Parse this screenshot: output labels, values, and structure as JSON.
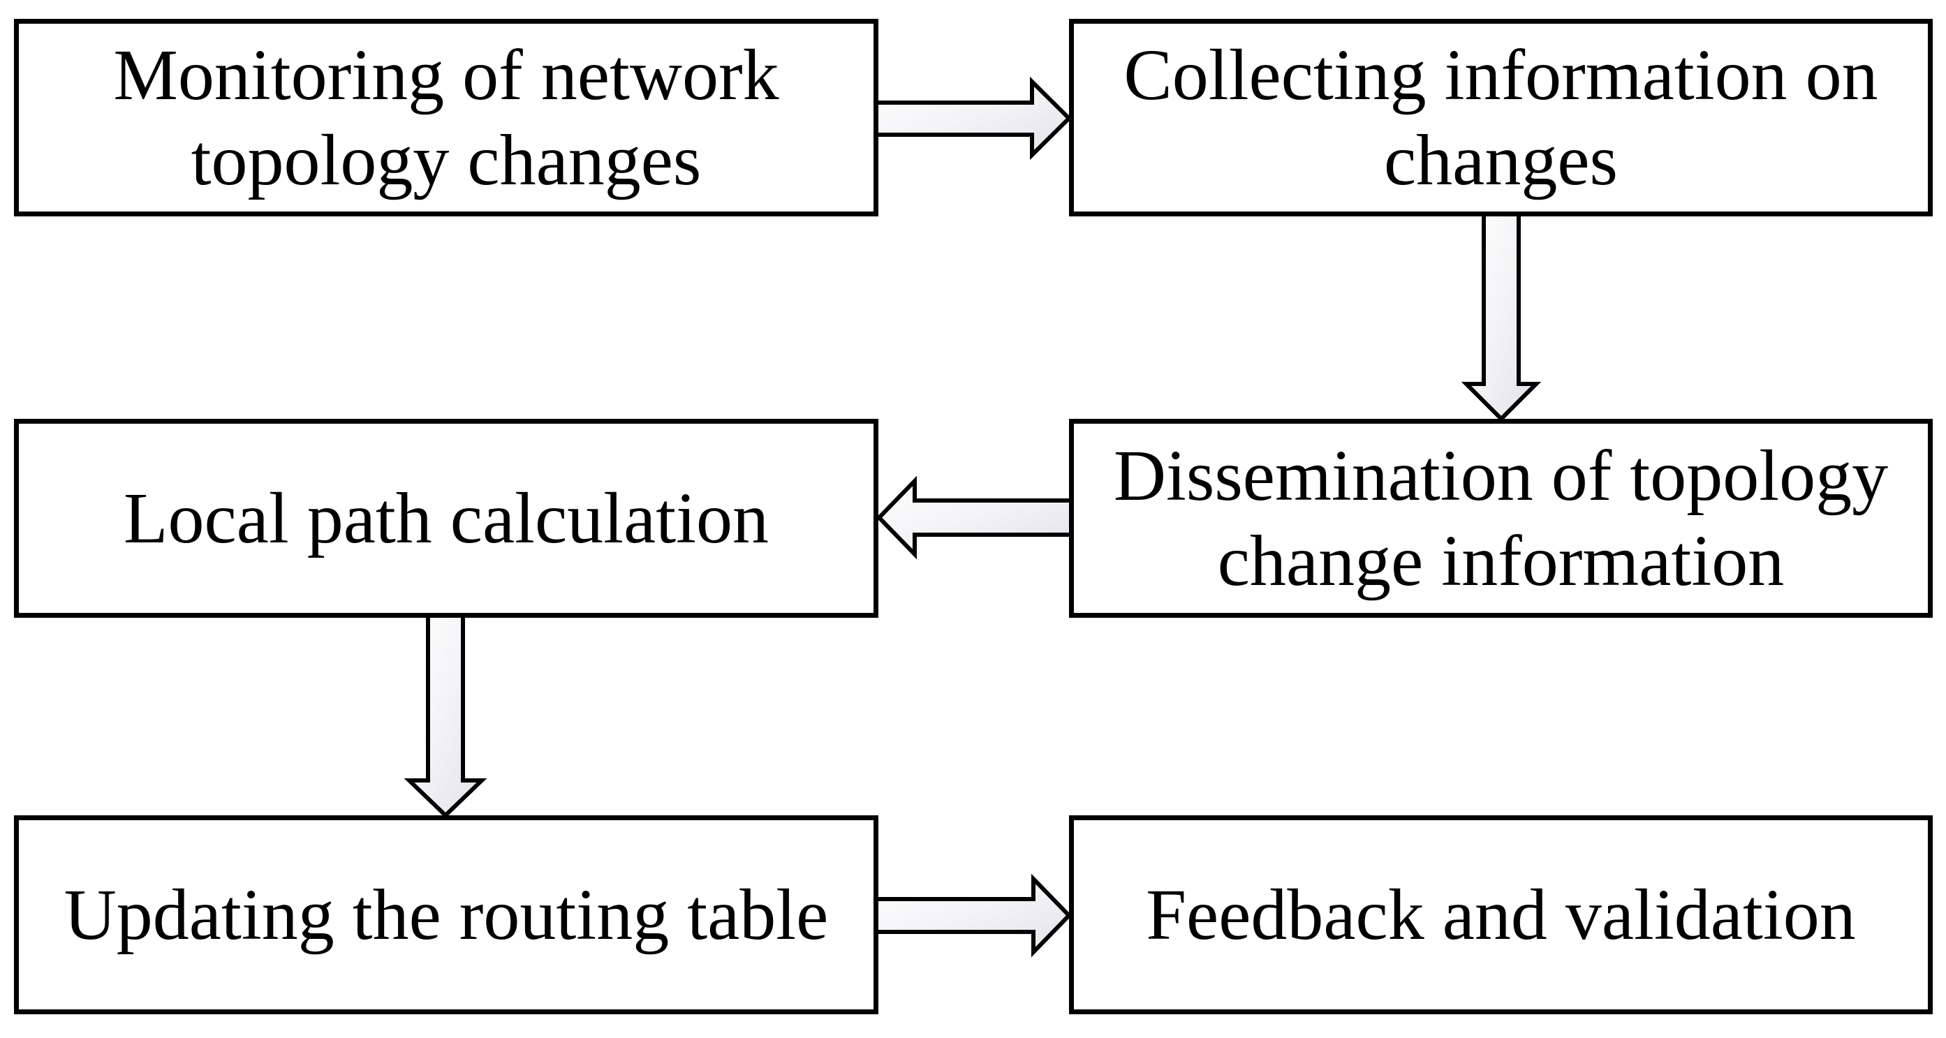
{
  "flowchart": {
    "boxes": [
      {
        "id": "monitoring",
        "label": "Monitoring of network\ntopology changes"
      },
      {
        "id": "collecting",
        "label": "Collecting information on\nchanges"
      },
      {
        "id": "local-path",
        "label": "Local path calculation"
      },
      {
        "id": "dissemination",
        "label": "Dissemination of topology\nchange information"
      },
      {
        "id": "updating",
        "label": "Updating the routing table"
      },
      {
        "id": "feedback",
        "label": "Feedback and validation"
      }
    ],
    "arrows": [
      {
        "id": "monitoring-to-collecting",
        "from": "monitoring",
        "to": "collecting",
        "direction": "right"
      },
      {
        "id": "collecting-to-dissemination",
        "from": "collecting",
        "to": "dissemination",
        "direction": "down"
      },
      {
        "id": "dissemination-to-local-path",
        "from": "dissemination",
        "to": "local-path",
        "direction": "left"
      },
      {
        "id": "local-path-to-updating",
        "from": "local-path",
        "to": "updating",
        "direction": "down"
      },
      {
        "id": "updating-to-feedback",
        "from": "updating",
        "to": "feedback",
        "direction": "right"
      }
    ],
    "colors": {
      "box_border": "#000000",
      "box_fill": "#ffffff",
      "text": "#000000",
      "arrow_outline": "#000000",
      "arrow_fill_start": "#ffffff",
      "arrow_fill_mid": "#f3f3f6",
      "arrow_fill_end": "#e2e2e8"
    }
  }
}
